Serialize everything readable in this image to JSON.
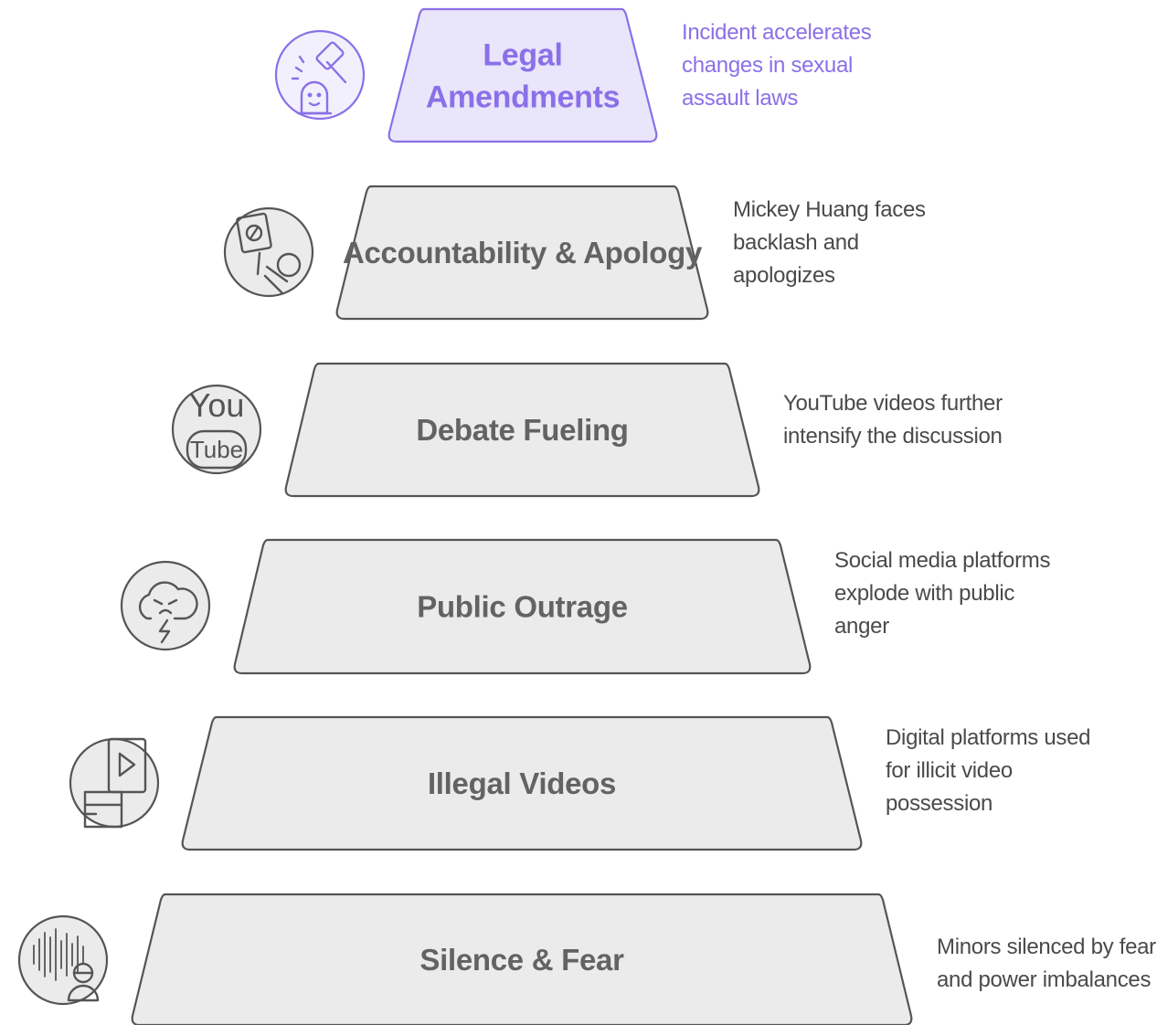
{
  "colors": {
    "accent": "#8a70e8",
    "accent_fill": "#e9e5fb",
    "tier_fill": "#ebebeb",
    "tier_stroke": "#555555",
    "label_gray": "#636363",
    "desc_gray": "#4a4a4a"
  },
  "tiers": [
    {
      "label_lines": [
        "Legal",
        "Amendments"
      ],
      "description_lines": [
        "Incident accelerates",
        "changes in sexual",
        "assault laws"
      ],
      "icon": "gavel-icon",
      "highlighted": true
    },
    {
      "label_lines": [
        "Accountability & Apology"
      ],
      "description_lines": [
        "Mickey Huang faces",
        "backlash and",
        "apologizes"
      ],
      "icon": "protest-sign-icon",
      "highlighted": false
    },
    {
      "label_lines": [
        "Debate Fueling"
      ],
      "description_lines": [
        "YouTube videos further",
        "intensify the discussion"
      ],
      "icon": "youtube-icon",
      "highlighted": false
    },
    {
      "label_lines": [
        "Public Outrage"
      ],
      "description_lines": [
        "Social media platforms",
        "explode with public",
        "anger"
      ],
      "icon": "angry-storm-cloud-icon",
      "highlighted": false
    },
    {
      "label_lines": [
        "Illegal Videos"
      ],
      "description_lines": [
        "Digital platforms used",
        "for illicit video",
        "possession"
      ],
      "icon": "video-wallet-icon",
      "highlighted": false
    },
    {
      "label_lines": [
        "Silence & Fear"
      ],
      "description_lines": [
        "Minors silenced by fear",
        "and power imbalances"
      ],
      "icon": "muted-voice-icon",
      "highlighted": false
    }
  ]
}
